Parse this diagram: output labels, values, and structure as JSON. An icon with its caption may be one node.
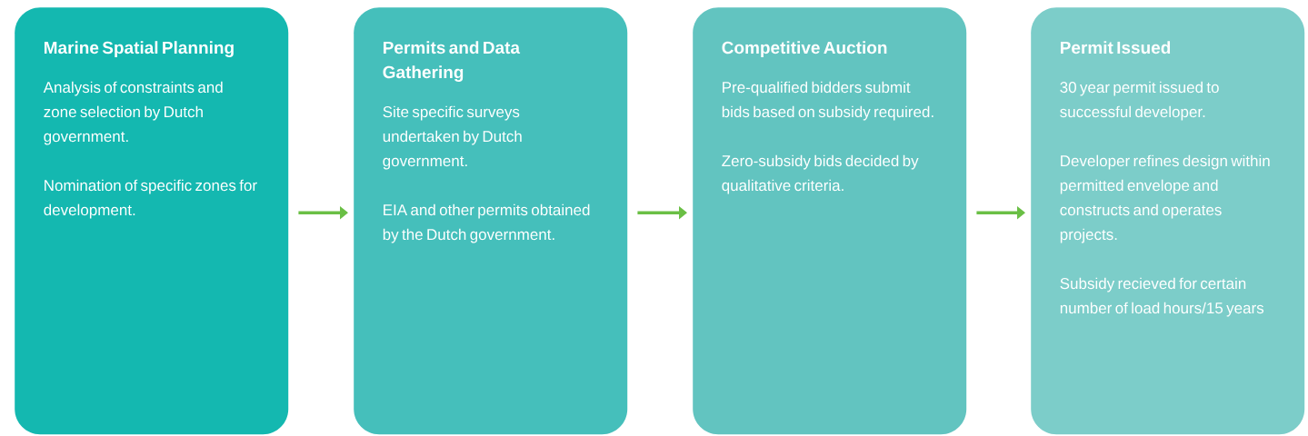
{
  "diagram": {
    "nodes": [
      {
        "text": [
          "Marine Spatial Planning",
          "Analysis of constraints and zone selection by Dutch government.",
          "Nomination of specific zones for development."
        ]
      },
      {
        "text": [
          "Permits and Data Gathering",
          "Site specific surveys undertaken by Dutch government.",
          "EIA and other permits obtained by the Dutch government."
        ]
      },
      {
        "text": [
          "Competitive Auction",
          "Pre-qualified bidders submit bids based on subsidy required.",
          "Zero-subsidy bids decided by qualitative criteria."
        ]
      },
      {
        "text": [
          "Permit Issued",
          "30 year permit issued to successful developer.",
          "Developer refines design within permitted envelope and constructs and operates projects.",
          "Subsidy recieved for certain number of load hours/15 years"
        ]
      }
    ],
    "edges": [
      {
        "from": 0,
        "to": 1,
        "arrow": "to"
      },
      {
        "from": 1,
        "to": 2,
        "arrow": "to"
      },
      {
        "from": 2,
        "to": 3,
        "arrow": "to"
      }
    ]
  }
}
